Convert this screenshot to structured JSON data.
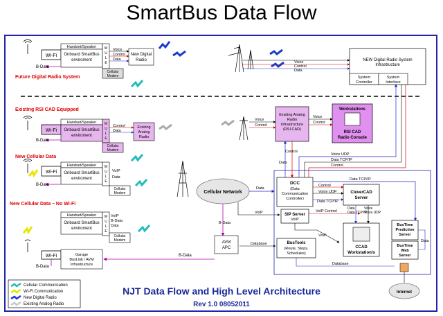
{
  "page_title": "SmartBus Data Flow",
  "footer": {
    "title": "NJT Data Flow and High Level Architecture",
    "version": "Rev 1.0 08052011"
  },
  "sections": {
    "future": "Future Digital Radio System",
    "existing": "Existing RSI CAD Equipped",
    "cellular": "New Cellular Data",
    "cellular_nowifi": "New Cellular Data – No Wi-Fi"
  },
  "legend": [
    {
      "label": "Cellular Communication",
      "color": "#22bbbb"
    },
    {
      "label": "Wi-Fi Communication",
      "color": "#e6e600"
    },
    {
      "label": "New Digital Radio",
      "color": "#1a3ccc"
    },
    {
      "label": "Existing Analog Radio",
      "color": "#c8c8c8"
    }
  ],
  "labels": {
    "wifi": "Wi-Fi",
    "bdata": "B-Data",
    "handset": "Handset/Speaker",
    "onboard_env1": "Onboard SmartBus",
    "onboard_env2": "enviroment",
    "mux": "M U L E",
    "voice": "Voice",
    "control": "Control",
    "data": "Data",
    "voip": "VoIP",
    "new_digital_radio1": "New Digital",
    "new_digital_radio2": "Radio",
    "cellular_modem1": "Cellular",
    "cellular_modem2": "Modem",
    "existing_analog1": "Existing",
    "existing_analog2": "Analog",
    "existing_analog3": "Radio",
    "ndrs_infra1": "NEW Digital Radio System",
    "ndrs_infra2": "Infrastructure",
    "system_controller1": "System",
    "system_controller2": "Controller",
    "system_interface1": "System",
    "system_interface2": "Interface",
    "analog_infra": [
      "Existing Analog",
      "Radio",
      "Infrastructure",
      "(RSI CAD)"
    ],
    "workstations": "Workstations",
    "rsi_cad_console1": "RSI CAD",
    "rsi_cad_console2": "Radio Console",
    "cellular_network": "Cellular Network",
    "dcc": [
      "DCC",
      "(Data",
      "Communication",
      "Controller)"
    ],
    "clevercad1": "CleverCAD",
    "clevercad2": "Server",
    "sip1": "SIP Server",
    "sip2": "VoIP",
    "bustools": [
      "BusTools",
      "(Route, Stops,",
      "Schedules)"
    ],
    "ccad1": "CCAD",
    "ccad2": "Workstation/s",
    "avm": [
      "AVM",
      "APC"
    ],
    "garage": [
      "Garage",
      "BusLink / AVM",
      "Infrastructure"
    ],
    "bustime_pred": [
      "BusTime",
      "Prediction",
      "Server"
    ],
    "bustime_web": [
      "BusTime",
      "Web",
      "Server"
    ],
    "internet": "Internet",
    "database": "Database",
    "voice_udp": "Voice UDP",
    "data_tcpip": "Data TCP/IP",
    "voip_control": "VoIP Control",
    "voice_udp2": "Voice UDP",
    "data_tcpip2": "Data TCP/IP",
    "data_tcpip_short": "Data TCP/IP",
    "voice_udp_short": "Voice UDP"
  }
}
